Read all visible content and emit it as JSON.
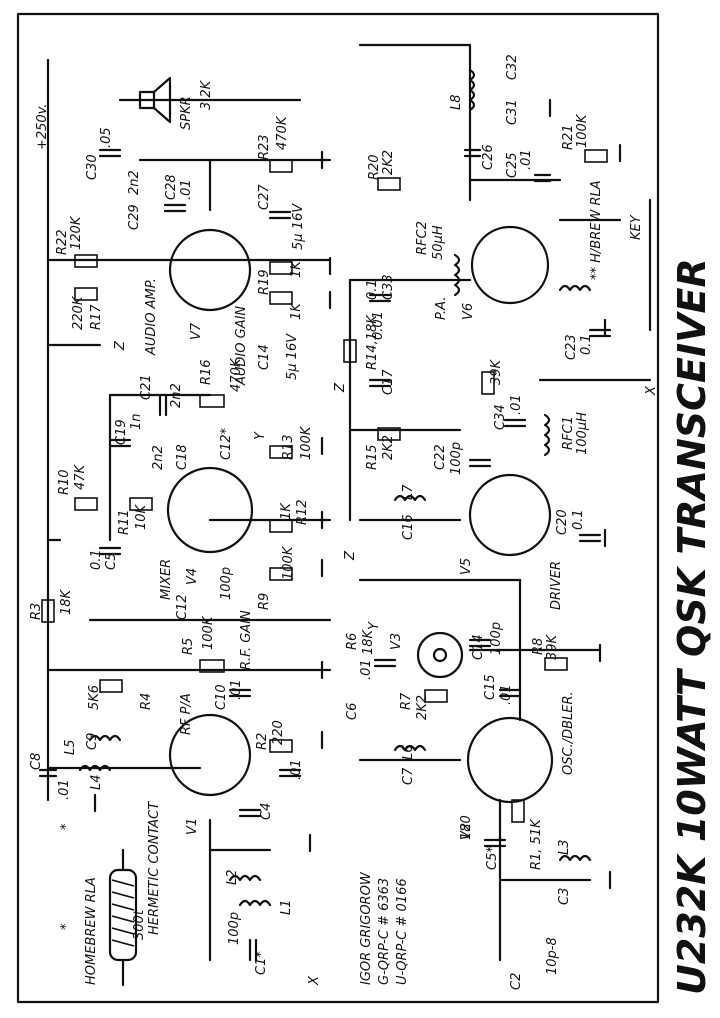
{
  "title": "U232K 10WATT QSK TRANSCEIVER",
  "supply": "+250v.",
  "designer": [
    "IGOR GRIGOROW",
    "G-QRP-C # 6363",
    "U-QRP-C # 0166"
  ],
  "relay_note": {
    "star": "*",
    "name": "HOMEBREW RLA",
    "winding": "300t",
    "contact": "HERMETIC CONTACT"
  },
  "tubes": [
    {
      "id": "V1",
      "role": "RF P/A"
    },
    {
      "id": "V2",
      "role": "OSC./DBLER."
    },
    {
      "id": "V3",
      "role": ""
    },
    {
      "id": "V4",
      "role": "MIXER"
    },
    {
      "id": "V5",
      "role": "DRIVER"
    },
    {
      "id": "V6",
      "role": "P.A."
    },
    {
      "id": "V7",
      "role": "AUDIO AMP."
    }
  ],
  "labels": {
    "spkr": "SPKR",
    "spkr_z": "3.2K",
    "c30": "C30",
    "c30v": ".05",
    "c29": "C29",
    "c29v": "2n2",
    "c28": "C28",
    "c28v": ".01",
    "r23": "R23",
    "r23v": "470K",
    "c27": "C27",
    "c27v": "5µ 16V",
    "r22": "R22",
    "r22v": "120K",
    "r17": "R17",
    "r17v": "220K",
    "r19": "R19",
    "r19v": "1K",
    "r18v": "1K",
    "audio": "AUDIO AMP.",
    "audiogain": "AUDIO GAIN",
    "c14": "C14",
    "c14v": "5µ 16V",
    "r16": "R16",
    "r16v": "470K",
    "c21": "C21",
    "c21v": "2n2",
    "c19": "C19",
    "c19v": "1n",
    "c18": "C18",
    "c18v": "2n2",
    "c12": "C12*",
    "r13": "R13",
    "r13v": "100K",
    "r10": "R10",
    "r10v": "47K",
    "r11": "R11",
    "r11v": "10K",
    "c5": "C5",
    "c5v": "0.1",
    "mixer": "MIXER",
    "r12": "R12",
    "r12v": "1K",
    "r9v": "100K",
    "r9": "R9",
    "c12b": "C12",
    "c12bv": "100p",
    "r3": "R3",
    "r3v": "18K",
    "r5": "R5",
    "r5v": "100K",
    "rfgain": "R.F. GAIN",
    "r4": "R4",
    "r4v": "5K6",
    "c9": "C9",
    "l5": "L5",
    "l4": "L4",
    "c8": "C8",
    "c8v": ".01",
    "rfpa": "RF P/A",
    "v1": "V1",
    "c10": "C10",
    "c10v": ".01",
    "r2": "R2",
    "r2v": "220",
    "c11v": ".01",
    "c4": "C4",
    "l2": "L2",
    "l1": "L1",
    "c1": "C1*",
    "c1v": "100p",
    "l8": "L8",
    "c32": "C32",
    "c31": "C31",
    "c26": "C26",
    "c25": "C25",
    "c25v": ".01",
    "r21": "R21",
    "r21v": "100K",
    "r20": "R20",
    "r20v": "2K2",
    "rfc2": "RFC2",
    "rfc2v": "50µH",
    "c33": "C33",
    "c33v": "0.1",
    "key": "KEY",
    "hbrew": "**  H/BREW RLA",
    "pa": "P.A.",
    "v6": "V6",
    "c23": "C23",
    "c23v": "0.1",
    "r14": "R14,18K",
    "c17": "C17",
    "c17v": "0.01",
    "r24v": "39K",
    "c34": "C34",
    "c34v": ".01",
    "rfc1": "RFC1",
    "rfc1v": "100µH",
    "r15": "R15",
    "r15v": "2K2",
    "c22": "C22",
    "c22v": "100p",
    "l7": "L7",
    "c16": "C16",
    "v5": "V5",
    "c20": "C20",
    "c20v": "0.1",
    "driver": "DRIVER",
    "r6": "R6",
    "r6v": "18K",
    "v3": "V3",
    "c14b": "C14",
    "c14bv": "100p",
    "r8": "R8",
    "r8v": "39K",
    "c15": "C15",
    "c15v": ".01",
    "c6": "C6",
    "c6v": ".01",
    "r7": "R7",
    "r7v": "2K2",
    "l6": "L6",
    "c7": "C7",
    "v2": "V2",
    "osc": "OSC./DBLER.",
    "c51": "C5*",
    "c51v": "180",
    "r1": "R1, 51K",
    "l3": "L3",
    "c3": "C3",
    "c2": "C2",
    "c2v": "10p-8",
    "x": "X",
    "y": "Y",
    "z": "Z"
  }
}
